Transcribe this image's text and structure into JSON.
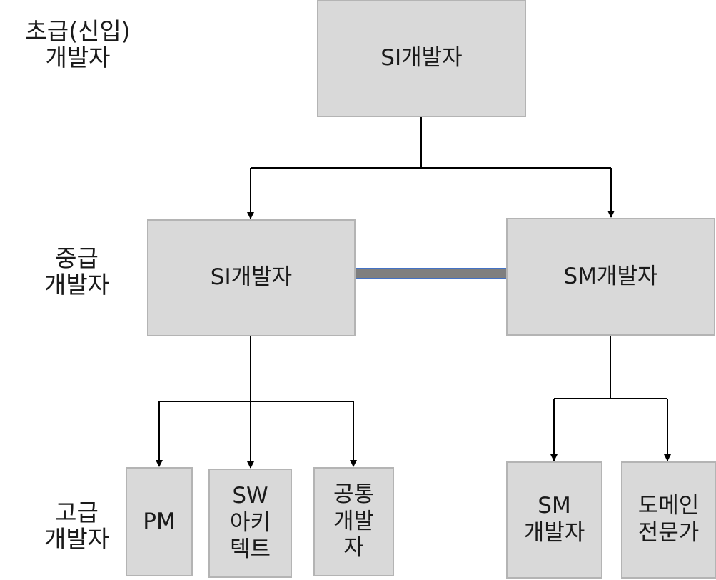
{
  "levels": {
    "junior": {
      "line1": "초급(신입)",
      "line2": "개발자"
    },
    "middle": {
      "line1": "중급",
      "line2": "개발자"
    },
    "senior": {
      "line1": "고급",
      "line2": "개발자"
    }
  },
  "boxes": {
    "top_si": {
      "label": "SI개발자"
    },
    "mid_si": {
      "label": "SI개발자"
    },
    "mid_sm": {
      "label": "SM개발자"
    },
    "pm": {
      "label": "PM"
    },
    "sw_architect": {
      "line1": "SW",
      "line2": "아키",
      "line3": "텍트"
    },
    "common_dev": {
      "line1": "공통",
      "line2": "개발",
      "line3": "자"
    },
    "sm_dev": {
      "line1": "SM",
      "line2": "개발자"
    },
    "domain_expert": {
      "line1": "도메인",
      "line2": "전문가"
    }
  },
  "colors": {
    "box_fill": "#d9d9d9",
    "box_border": "#b4b4b4",
    "connector": "#000000",
    "double_arrow_fill": "#7f7f7f",
    "double_arrow_stroke": "#4472c4"
  }
}
